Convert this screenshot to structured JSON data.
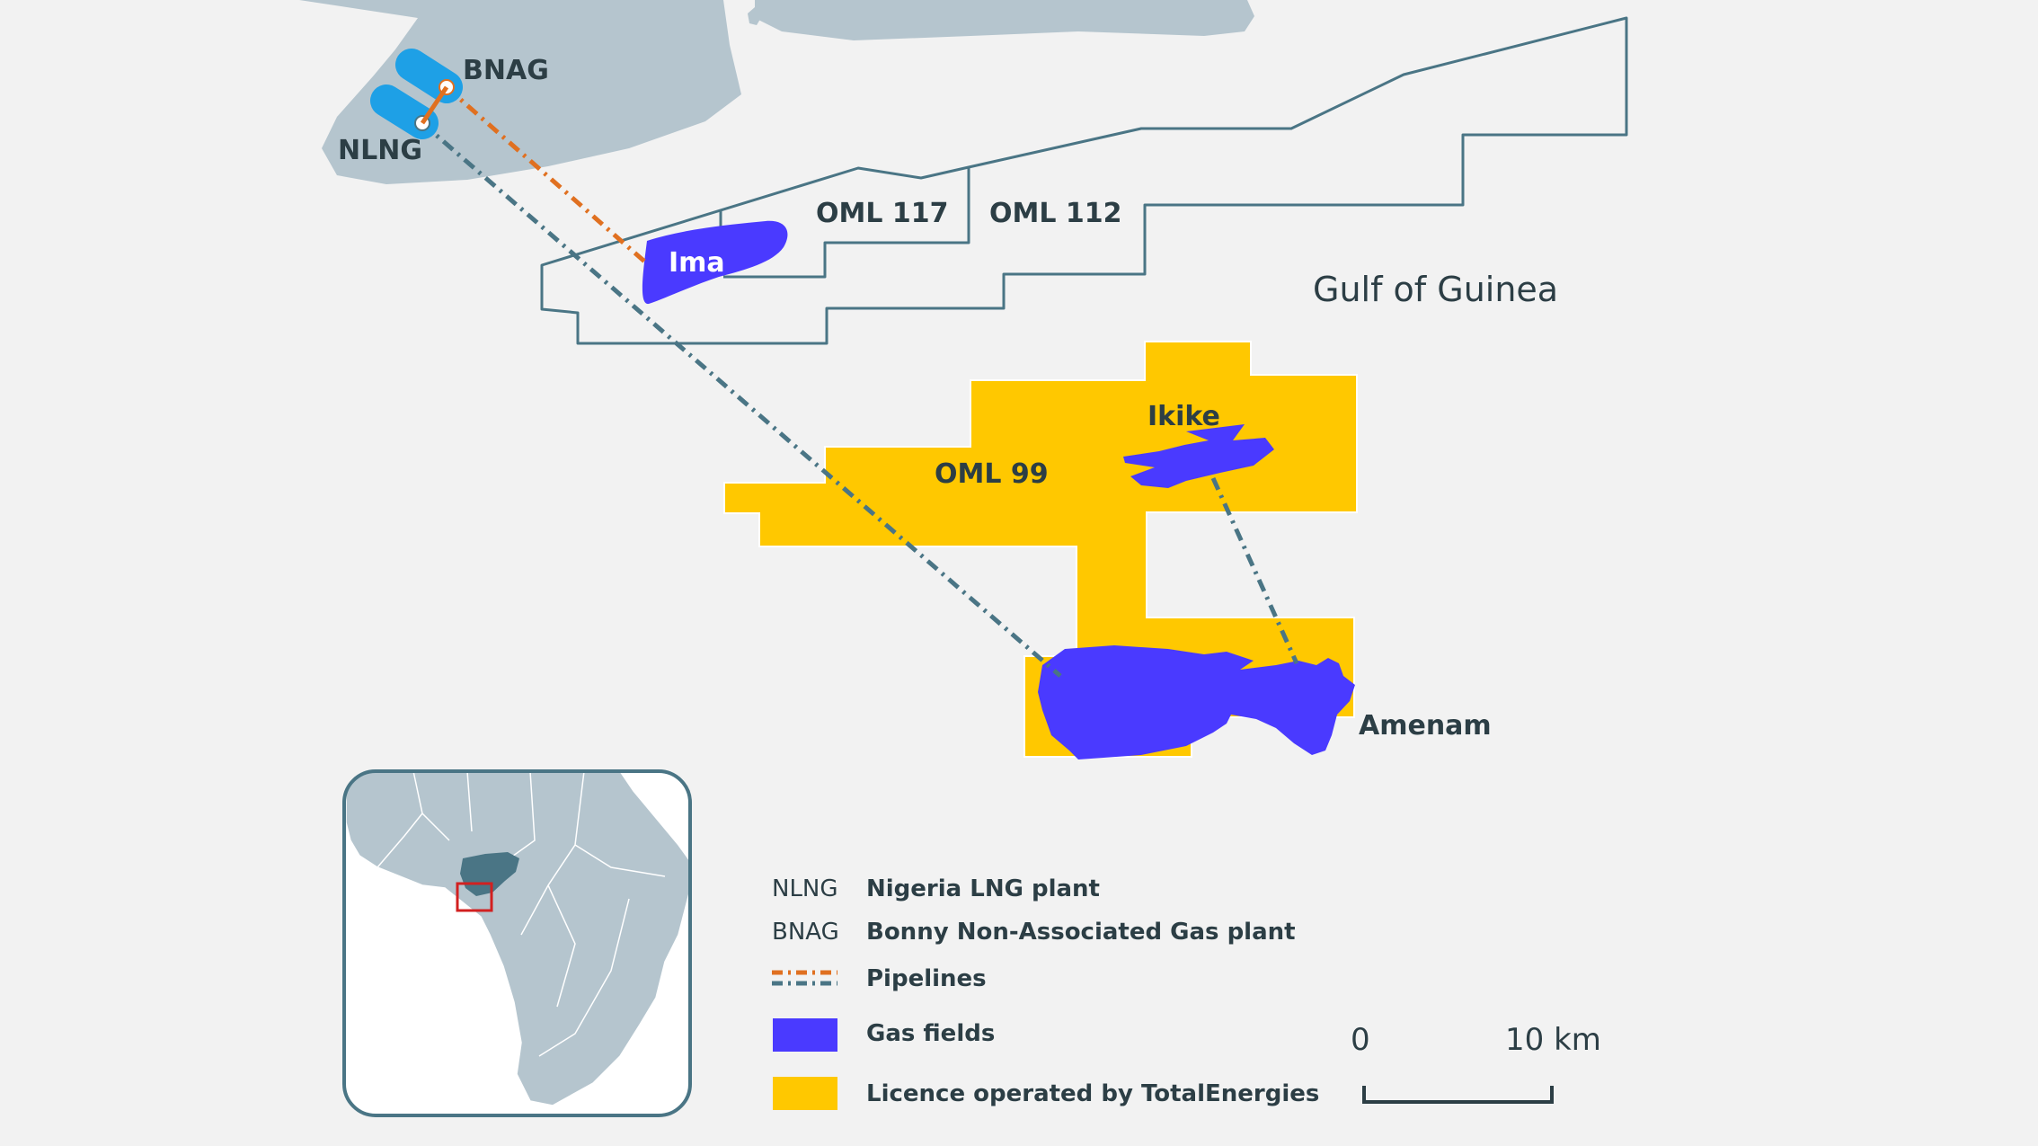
{
  "colors": {
    "background": "#f2f2f2",
    "land": "#b5c5ce",
    "licence_outline": "#4a7585",
    "licence_fill": "#ffc800",
    "gas_field": "#4a3aff",
    "plant": "#1ea0e6",
    "pipeline_bnag": "#e07020",
    "pipeline_nlng": "#4a7585",
    "inset_highlight": "#4a7585",
    "inset_box": "#d22020"
  },
  "plants": {
    "bnag": "BNAG",
    "nlng": "NLNG"
  },
  "blocks": {
    "oml117": "OML 117",
    "oml112": "OML 112",
    "oml99": "OML 99"
  },
  "fields": {
    "ima": "Ima",
    "ikike": "Ikike",
    "amenam": "Amenam"
  },
  "sea_label": "Gulf of Guinea",
  "legend": {
    "nlng_code": "NLNG",
    "nlng_desc": "Nigeria LNG plant",
    "bnag_code": "BNAG",
    "bnag_desc": "Bonny Non-Associated Gas plant",
    "pipelines": "Pipelines",
    "gas_fields": "Gas fields",
    "licence": "Licence operated by TotalEnergies"
  },
  "scale": {
    "start": "0",
    "end": "10 km"
  },
  "inset": {
    "region_icon": "africa-locator-map",
    "highlight_country": "Nigeria"
  }
}
